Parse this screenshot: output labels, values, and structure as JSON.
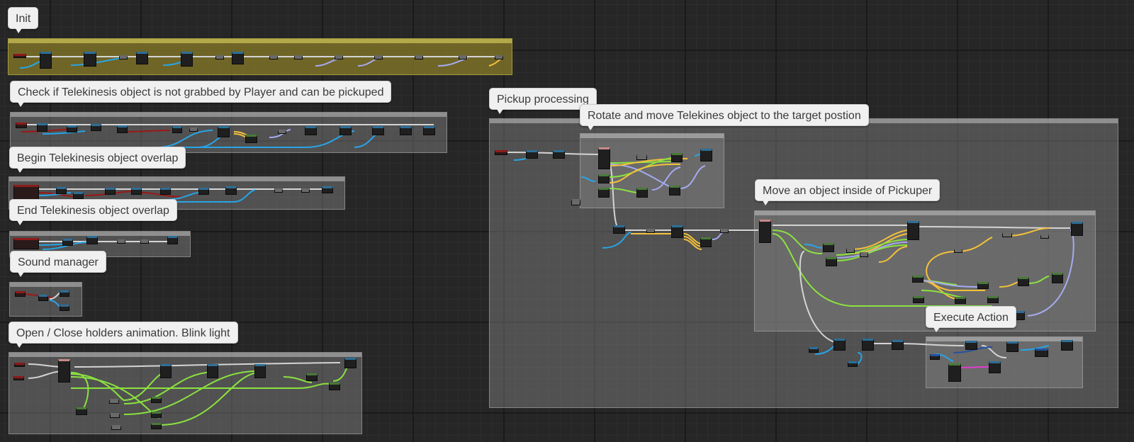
{
  "comments": [
    {
      "id": "init",
      "label": "Init"
    },
    {
      "id": "check",
      "label": "Check if Telekinesis object is not grabbed by Player and can be pickuped"
    },
    {
      "id": "begin",
      "label": "Begin Telekinesis object overlap"
    },
    {
      "id": "end",
      "label": "End Telekinesis object overlap"
    },
    {
      "id": "sound",
      "label": "Sound manager"
    },
    {
      "id": "anim",
      "label": "Open / Close holders animation. Blink light"
    },
    {
      "id": "pickup",
      "label": "Pickup processing"
    },
    {
      "id": "rotate",
      "label": "Rotate and move Telekines object to the target postion"
    },
    {
      "id": "move",
      "label": "Move an object inside of Pickuper"
    },
    {
      "id": "exec",
      "label": "Execute Action"
    }
  ],
  "colors": {
    "exec_wire": "#d4d4d4",
    "object_wire": "#27a5e8",
    "bool_wire": "#9b1818",
    "float_wire": "#8be23f",
    "vector_wire": "#f4c13a",
    "rotator_wire": "#a5aaf0",
    "struct_wire": "#2450a0",
    "misc_wire": "#e03cd0"
  }
}
